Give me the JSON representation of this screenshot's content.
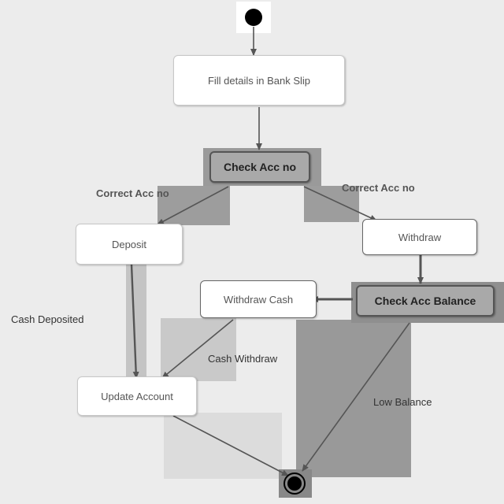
{
  "diagram": {
    "nodes": {
      "fill_details": "Fill details in Bank Slip",
      "check_acc_no": "Check Acc no",
      "deposit": "Deposit",
      "withdraw": "Withdraw",
      "withdraw_cash": "Withdraw Cash",
      "check_acc_balance": "Check Acc Balance",
      "update_account": "Update Account"
    },
    "edges": {
      "correct_acc_no_left": "Correct Acc no",
      "correct_acc_no_right": "Correct Acc no",
      "cash_deposited": "Cash Deposited",
      "cash_withdraw": "Cash Withdraw",
      "low_balance": "Low Balance"
    },
    "colors": {
      "background": "#ececec",
      "node_white": "#ffffff",
      "node_highlight": "#a9a9a9",
      "arrow": "#555555",
      "start_end": "#000000"
    }
  }
}
